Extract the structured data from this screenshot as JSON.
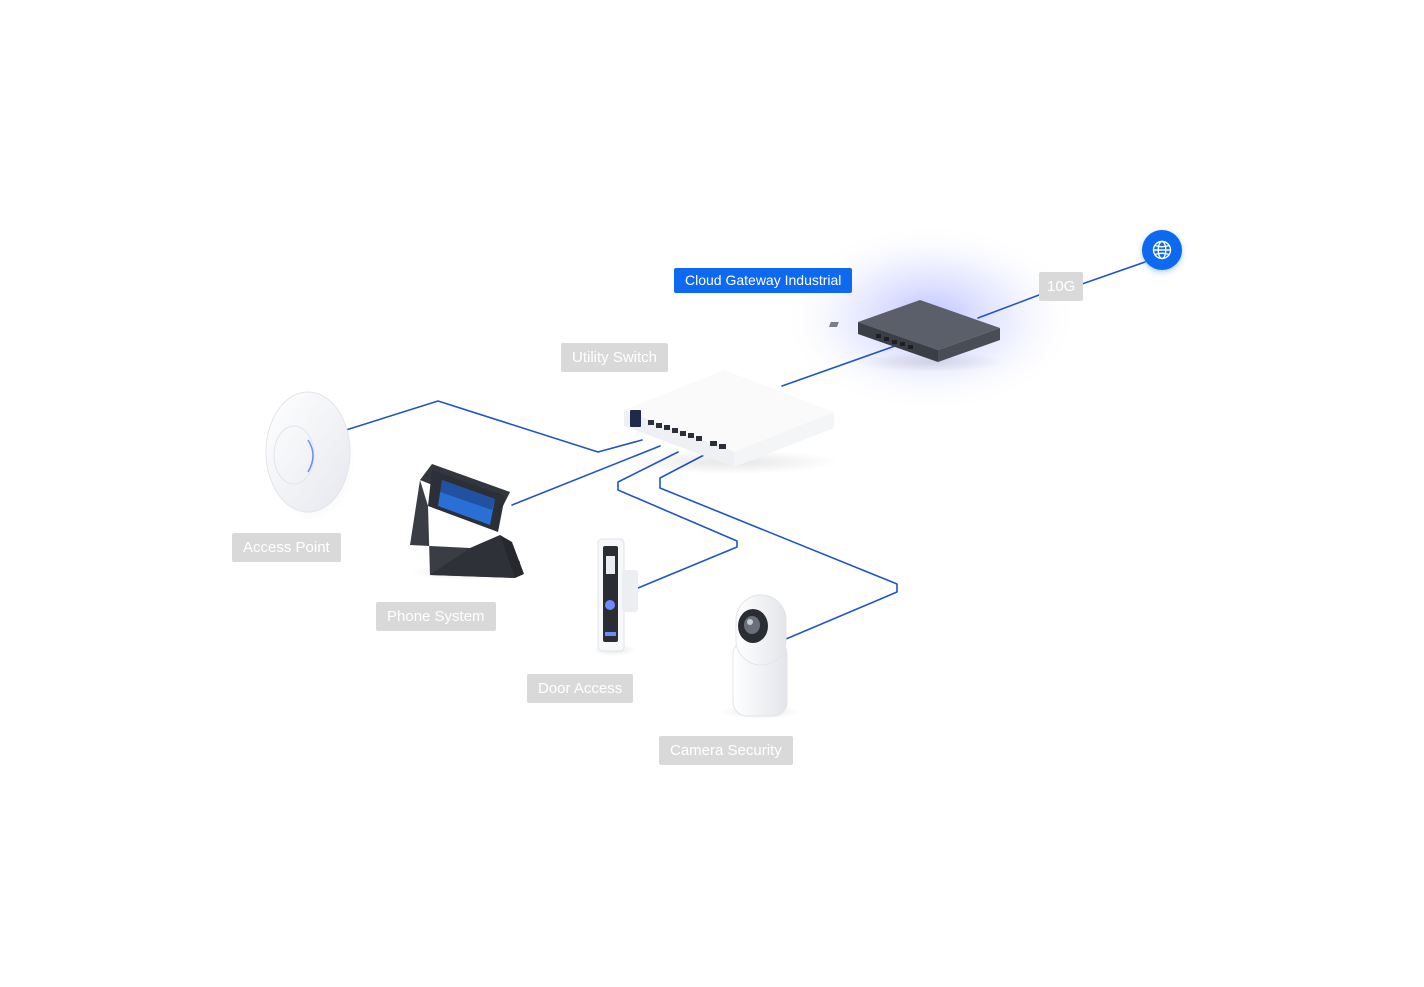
{
  "labels": {
    "gateway": "Cloud Gateway Industrial",
    "uplink_speed": "10G",
    "switch": "Utility Switch",
    "access_point": "Access Point",
    "phone": "Phone System",
    "door": "Door Access",
    "camera": "Camera Security"
  },
  "colors": {
    "link": "#1f55c8",
    "active_label": "#0d6af0",
    "muted_label": "#d9d9d9",
    "globe": "#0d6af0"
  },
  "icons": {
    "internet": "globe-icon"
  }
}
